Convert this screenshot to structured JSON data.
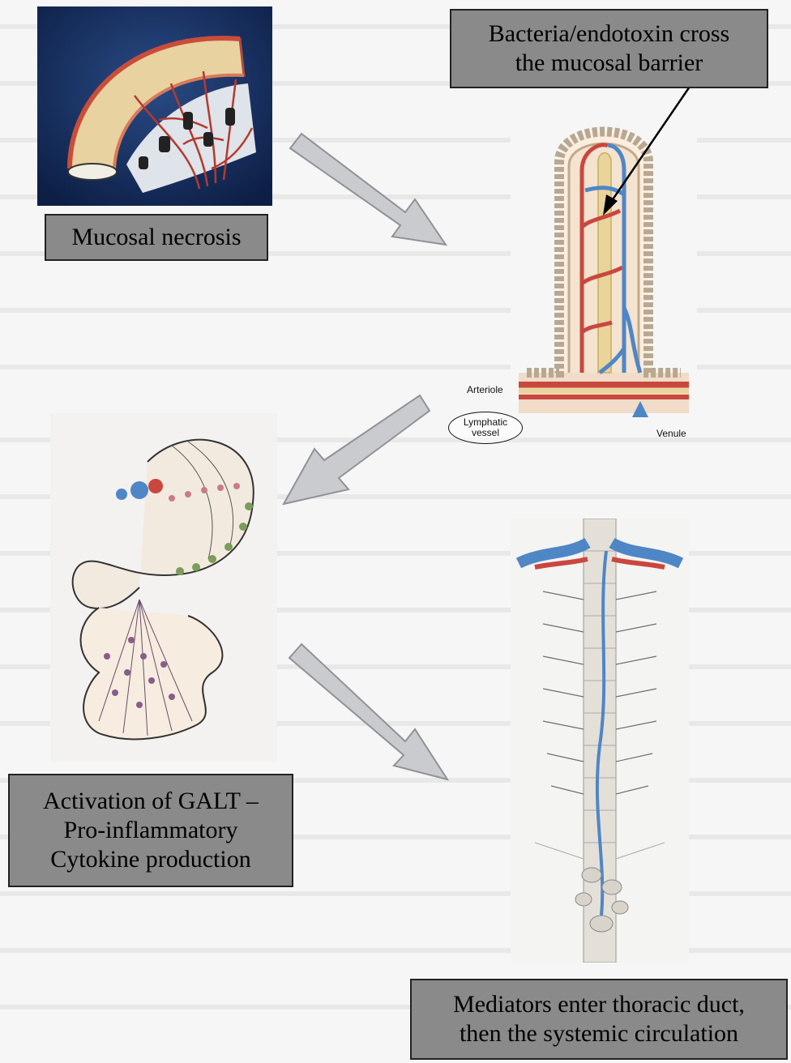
{
  "captions": {
    "mucosal_necrosis": "Mucosal necrosis",
    "bacteria_line1": "Bacteria/endotoxin cross",
    "bacteria_line2": "the mucosal barrier",
    "galt_line1": "Activation of GALT –",
    "galt_line2": "Pro-inflammatory",
    "galt_line3": "Cytokine production",
    "mediators_line1": "Mediators enter thoracic duct,",
    "mediators_line2": "then the systemic circulation"
  },
  "villus_labels": {
    "arteriole": "Arteriole",
    "lymphatic_line1": "Lymphatic",
    "lymphatic_line2": "vessel",
    "venule": "Venule"
  },
  "colors": {
    "caption_bg": "#8a8a8a",
    "arrow_fill": "#c9cbcf",
    "arrow_stroke": "#8f9297",
    "artery_red": "#c9473f",
    "vein_blue": "#4f86c6",
    "lymph_yellow": "#e9d49c"
  }
}
